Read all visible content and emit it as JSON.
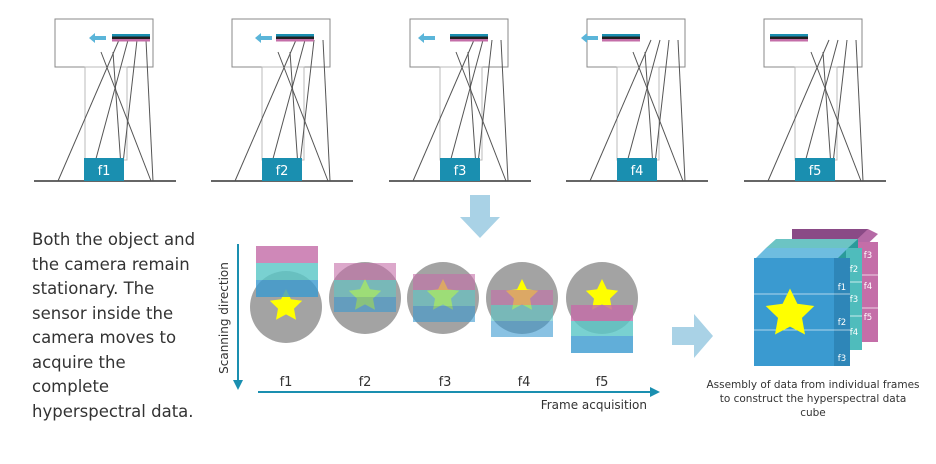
{
  "camera_frames": [
    "f1",
    "f2",
    "f3",
    "f4",
    "f5"
  ],
  "frame_axis_labels": [
    "f1",
    "f2",
    "f3",
    "f4",
    "f5"
  ],
  "scanning_direction_label": "Scanning direction",
  "frame_acquisition_label": "Frame acquisition",
  "description": "Both the object and the camera remain stationary. The sensor inside the camera moves to acquire the complete hyperspectral data.",
  "cube_caption": "Assembly of data from individual frames to construct the hyperspectral data cube",
  "cube_front_labels": [
    "f1",
    "f2",
    "f3"
  ],
  "cube_mid_labels": [
    "f2",
    "f3",
    "f4"
  ],
  "cube_back_labels": [
    "f3",
    "f4",
    "f5"
  ],
  "colors": {
    "teal": "#1a8fb0",
    "magenta": "#c46ea8",
    "cyan": "#5bc7c7",
    "blue": "#3a9ad0",
    "star": "#ffff00",
    "arrow": "#a9d2e6"
  }
}
